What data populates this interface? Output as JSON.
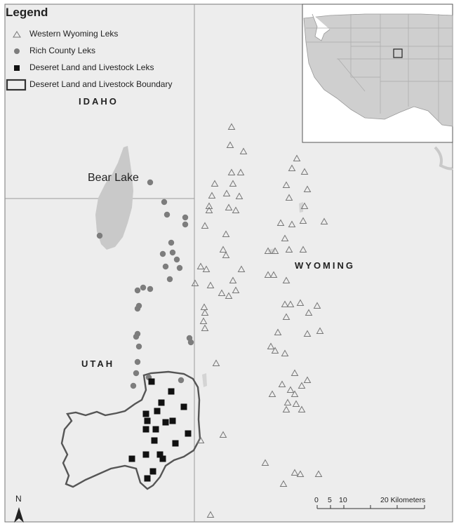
{
  "legend": {
    "title": "Legend",
    "items": [
      {
        "label": "Western Wyoming Leks",
        "symbol": "triangle"
      },
      {
        "label": "Rich County Leks",
        "symbol": "circle"
      },
      {
        "label": "Deseret Land and Livestock Leks",
        "symbol": "square"
      },
      {
        "label": "Deseret Land and Livestock Boundary",
        "symbol": "outline-box"
      }
    ]
  },
  "places": {
    "idaho": "IDAHO",
    "utah": "UTAH",
    "wyoming": "WYOMING",
    "bear_lake": "Bear Lake"
  },
  "scale_bar": {
    "ticks": [
      "0",
      "5",
      "10",
      "20 Kilometers"
    ]
  },
  "north_arrow": {
    "label": "N"
  },
  "colors": {
    "land": "#ededed",
    "water": "#c9c9c9",
    "border": "#8f8f8f",
    "boundary": "#555555",
    "triangle_stroke": "#777777",
    "circle_fill": "#7d7d7d",
    "square_fill": "#111111",
    "inset_land": "#cfcfcf"
  }
}
